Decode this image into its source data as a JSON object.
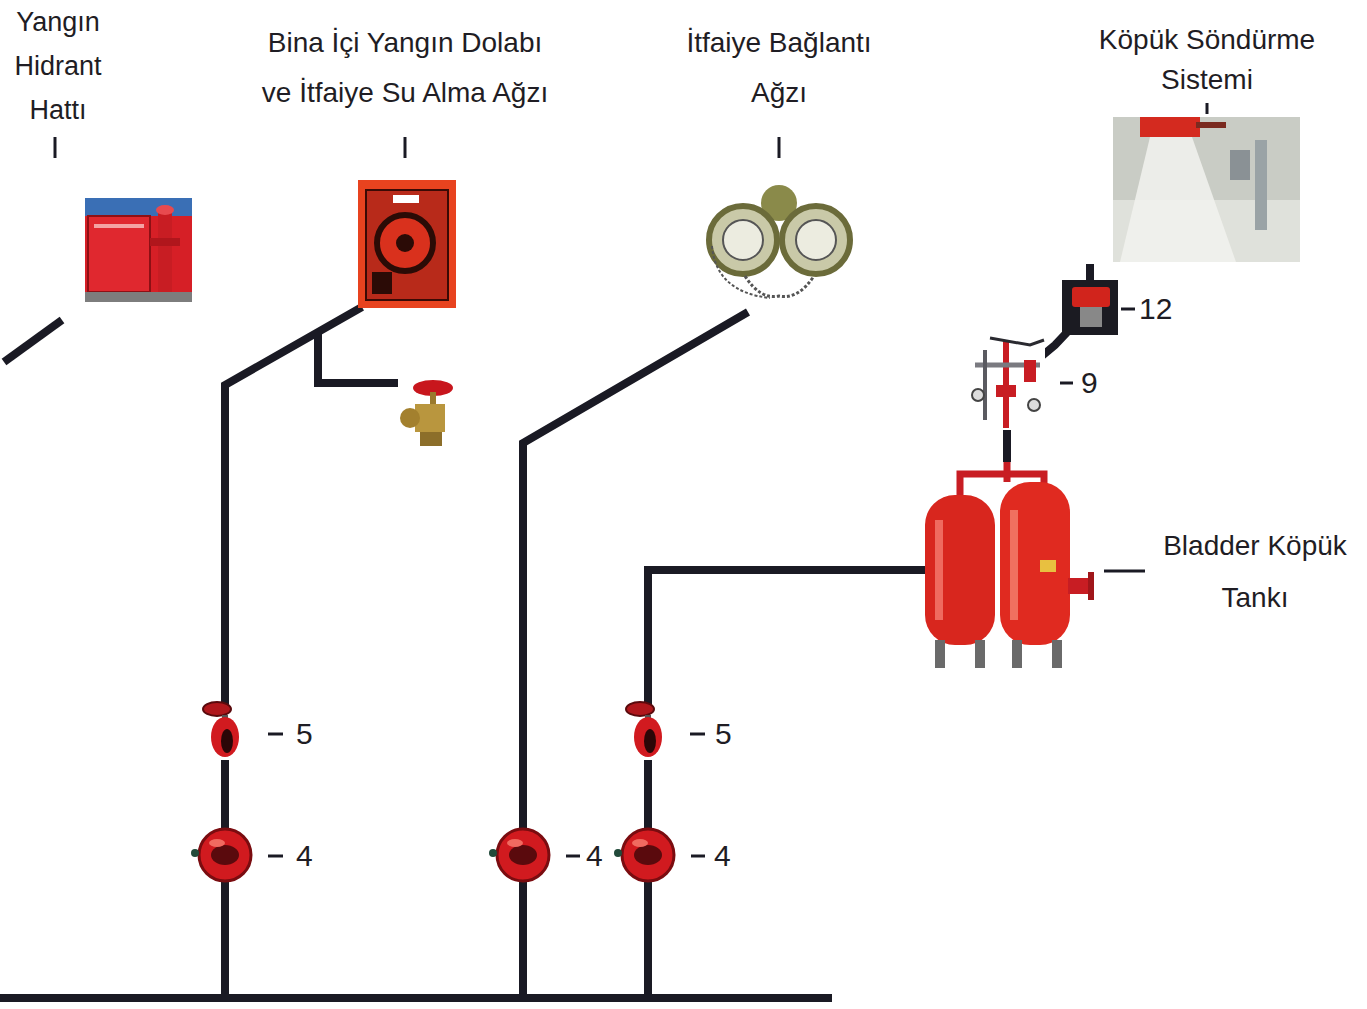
{
  "diagram": {
    "nodes": [
      {
        "text": [
          "Yangın Hidrant Hattı"
        ]
      },
      {
        "text": [
          "Bina İçi Yangın Dolabı ve İtfaiye Su Alma Ağzı"
        ]
      },
      {
        "text": [
          "İtfaiye Bağlantı Ağzı"
        ]
      },
      {
        "text": [
          "Köpük Söndürme Sistemi"
        ]
      },
      {
        "text": [
          "Bladder Köpük Tankı"
        ]
      }
    ],
    "edges": [
      {
        "from": 4,
        "to": 3,
        "arrow": "none"
      }
    ],
    "labels": [
      "12",
      "9",
      "5",
      "5",
      "4",
      "4",
      "4"
    ]
  }
}
